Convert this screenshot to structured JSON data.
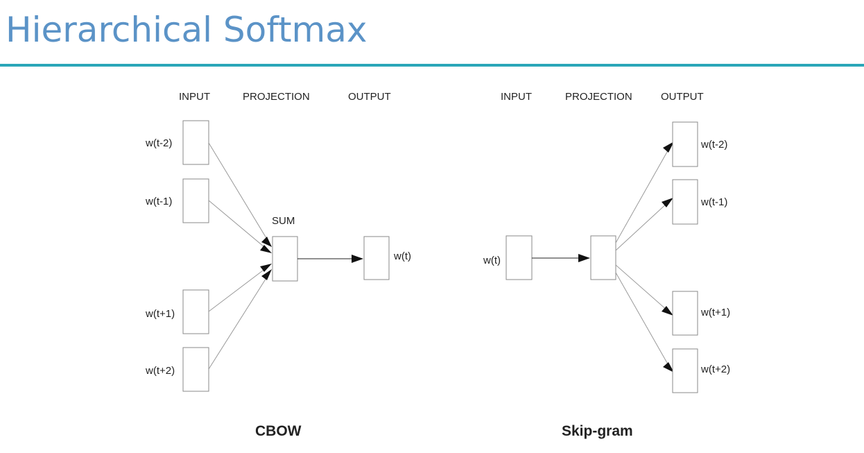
{
  "title": "Hierarchical Softmax",
  "colors": {
    "title": "#5b93c7",
    "rule": "#2aa6b8"
  },
  "cbow": {
    "headers": {
      "input": "INPUT",
      "projection": "PROJECTION",
      "output": "OUTPUT"
    },
    "inputs": [
      "w(t-2)",
      "w(t-1)",
      "w(t+1)",
      "w(t+2)"
    ],
    "projection_label": "SUM",
    "output": "w(t)",
    "caption": "CBOW"
  },
  "skipgram": {
    "headers": {
      "input": "INPUT",
      "projection": "PROJECTION",
      "output": "OUTPUT"
    },
    "input": "w(t)",
    "outputs": [
      "w(t-2)",
      "w(t-1)",
      "w(t+1)",
      "w(t+2)"
    ],
    "caption": "Skip-gram"
  }
}
